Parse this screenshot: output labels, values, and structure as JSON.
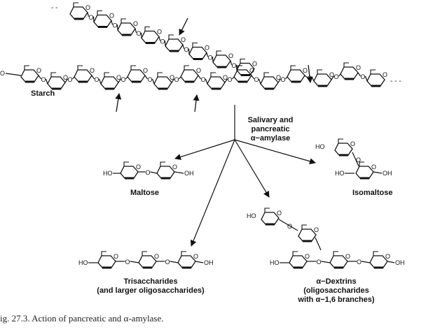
{
  "diagram": {
    "labels": {
      "starch": "Starch",
      "enzyme_line1": "Salivary and",
      "enzyme_line2": "pancreatic",
      "enzyme_line3": "α−amylase",
      "maltose": "Maltose",
      "isomaltose": "Isomaltose",
      "trisaccharides_line1": "Trisaccharides",
      "trisaccharides_line2": "(and larger oligosaccharides)",
      "dextrins_line1": "α−Dextrins",
      "dextrins_line2": "(oligosaccharides",
      "dextrins_line3": "with α−1,6 branches)"
    },
    "chem": {
      "ho": "HO",
      "oh": "OH",
      "o": "O"
    },
    "products": [
      "Maltose",
      "Isomaltose",
      "Trisaccharides",
      "α−Dextrins"
    ]
  },
  "caption": "ig. 27.3.  Action of pancreatic and α-amylase."
}
